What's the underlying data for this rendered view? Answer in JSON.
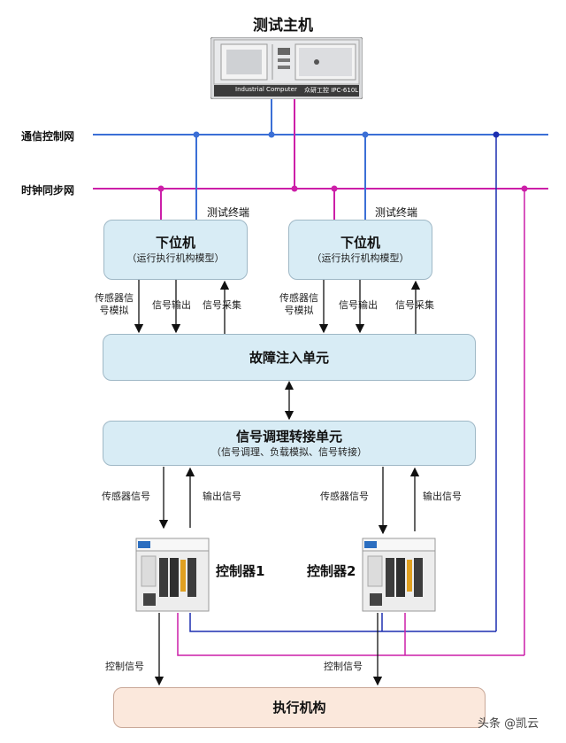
{
  "host": {
    "title": "测试主机",
    "bezel_left": "Industrial Computer",
    "bezel_right": "众研工控 IPC-610L"
  },
  "networks": {
    "comm": "通信控制网",
    "clock": "时钟同步网"
  },
  "terminal_label": "测试终端",
  "slave_box": {
    "title": "下位机",
    "subtitle": "（运行执行机构模型）"
  },
  "signals_top": {
    "sensor_sim": "传感器信\n号模拟",
    "output": "信号输出",
    "acquire": "信号采集"
  },
  "fault_box": {
    "title": "故障注入单元"
  },
  "cond_box": {
    "title": "信号调理转接单元",
    "subtitle": "（信号调理、负载模拟、信号转接）"
  },
  "signals_mid": {
    "sensor": "传感器信号",
    "output": "输出信号"
  },
  "controllers": [
    "控制器1",
    "控制器2"
  ],
  "control_signal": "控制信号",
  "actuator": {
    "title": "执行机构"
  },
  "watermark": "头条 @凯云",
  "colors": {
    "comm": "#3b6fd6",
    "clock": "#cc1fa8",
    "box": "#d8ecf5",
    "actuator": "#fbe8dc"
  }
}
